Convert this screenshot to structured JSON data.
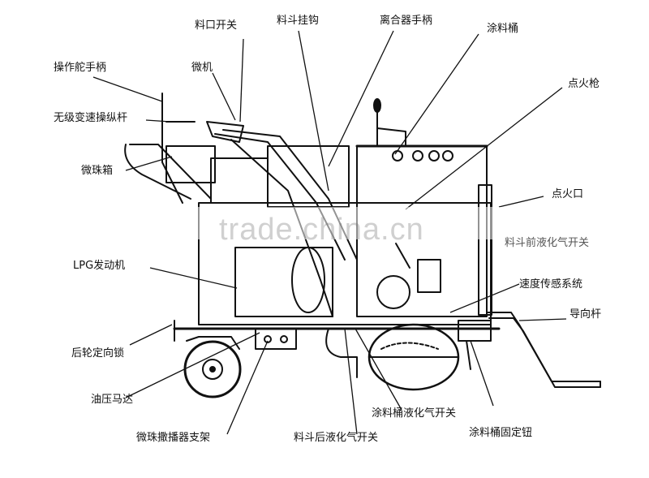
{
  "labels": {
    "hopper_outlet_switch": "料口开关",
    "hopper_hook": "料斗挂钩",
    "clutch_handle": "离合器手柄",
    "paint_bucket": "涂料桶",
    "ignition_gun": "点火枪",
    "steering_handle": "操作舵手柄",
    "micro_unit": "微机",
    "speed_lever": "无级变速操纵杆",
    "bead_box": "微珠箱",
    "ignition_port": "点火口",
    "hopper_lpg_switch_partial": "料斗前液化气开关",
    "lpg_engine": "LPG发动机",
    "speed_sensor": "速度传感系统",
    "guide_rod": "导向杆",
    "rear_wheel_lock": "后轮定向锁",
    "hydraulic_motor": "油压马达",
    "bucket_lpg_switch": "涂料桶液化气开关",
    "bead_spreader_bracket": "微珠撒播器支架",
    "hopper_rear_lpg_switch": "料斗后液化气开关",
    "bucket_fix_button": "涂料桶固定钮"
  },
  "watermark": "trade.china.cn"
}
